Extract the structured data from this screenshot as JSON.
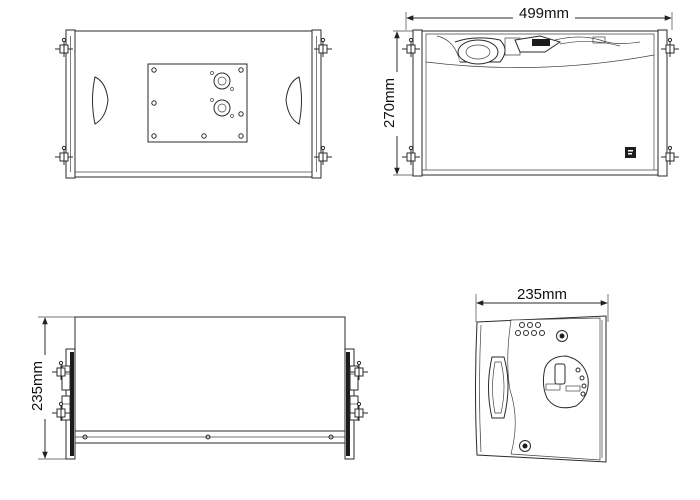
{
  "views": {
    "back": {},
    "front": {
      "width_label": "499mm",
      "height_label": "270mm",
      "logo_mark": "logo-icon"
    },
    "top": {
      "height_label": "235mm"
    },
    "side": {
      "width_label": "235mm"
    }
  },
  "colors": {
    "line": "#2a2a2a",
    "background": "#ffffff",
    "grille_dark": "#1c1c1c"
  }
}
